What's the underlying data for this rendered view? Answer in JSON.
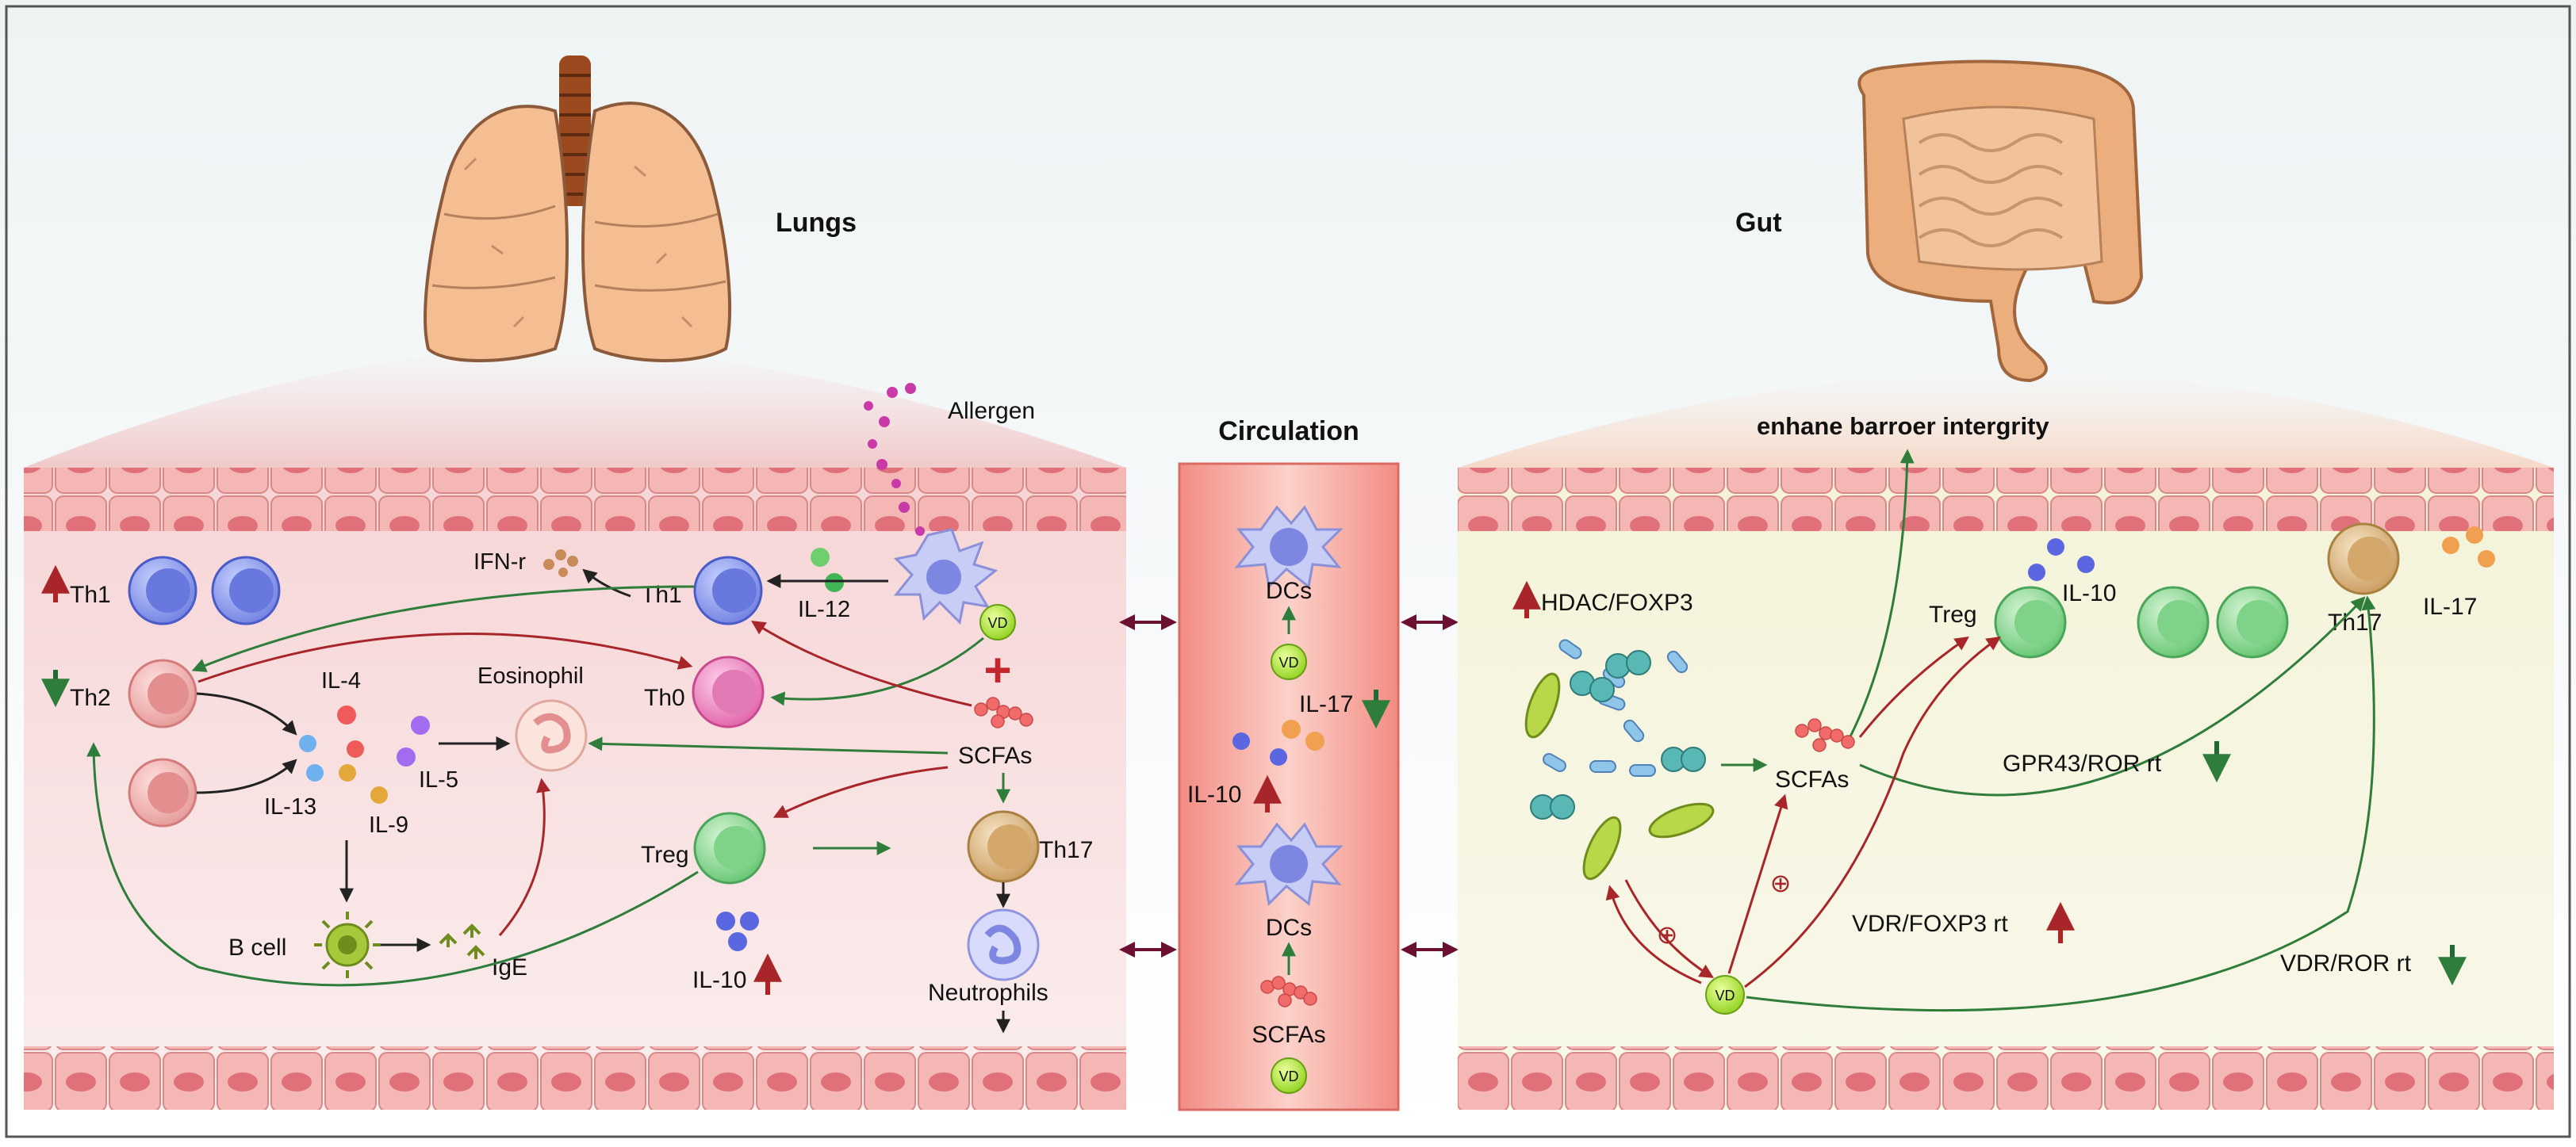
{
  "sections": {
    "lungs": "Lungs",
    "circulation": "Circulation",
    "gut": "Gut"
  },
  "lung": {
    "allergen": "Allergen",
    "ifn": "IFN-r",
    "th1_top": "Th1",
    "il12": "IL-12",
    "th1_left": "Th1",
    "th2": "Th2",
    "th0": "Th0",
    "il4": "IL-4",
    "il13": "IL-13",
    "il9": "IL-9",
    "il5": "IL-5",
    "eosinophil": "Eosinophil",
    "scfas": "SCFAs",
    "treg": "Treg",
    "th17": "Th17",
    "bcell": "B cell",
    "ige": "IgE",
    "il10": "IL-10",
    "neutrophils": "Neutrophils",
    "vd": "VD"
  },
  "circ": {
    "dcs_top": "DCs",
    "vd_top": "VD",
    "il17": "IL-17",
    "il10": "IL-10",
    "dcs_bottom": "DCs",
    "scfas": "SCFAs",
    "vd_bottom": "VD"
  },
  "gut": {
    "barrier": "enhane  barroer intergrity",
    "hdac": "HDAC/FOXP3",
    "treg": "Treg",
    "il10": "IL-10",
    "th17": "Th17",
    "il17": "IL-17",
    "scfas": "SCFAs",
    "gpr43": "GPR43/ROR rt",
    "vdr_foxp3": "VDR/FOXP3 rt",
    "vdr_ror": "VDR/ROR rt",
    "vd": "VD",
    "plus": "⊕"
  },
  "colors": {
    "up": "#b22222",
    "down": "#1e6b34",
    "green_arrow": "#2f7d3b",
    "red_arrow": "#a8262a",
    "maroon": "#6b1030"
  }
}
